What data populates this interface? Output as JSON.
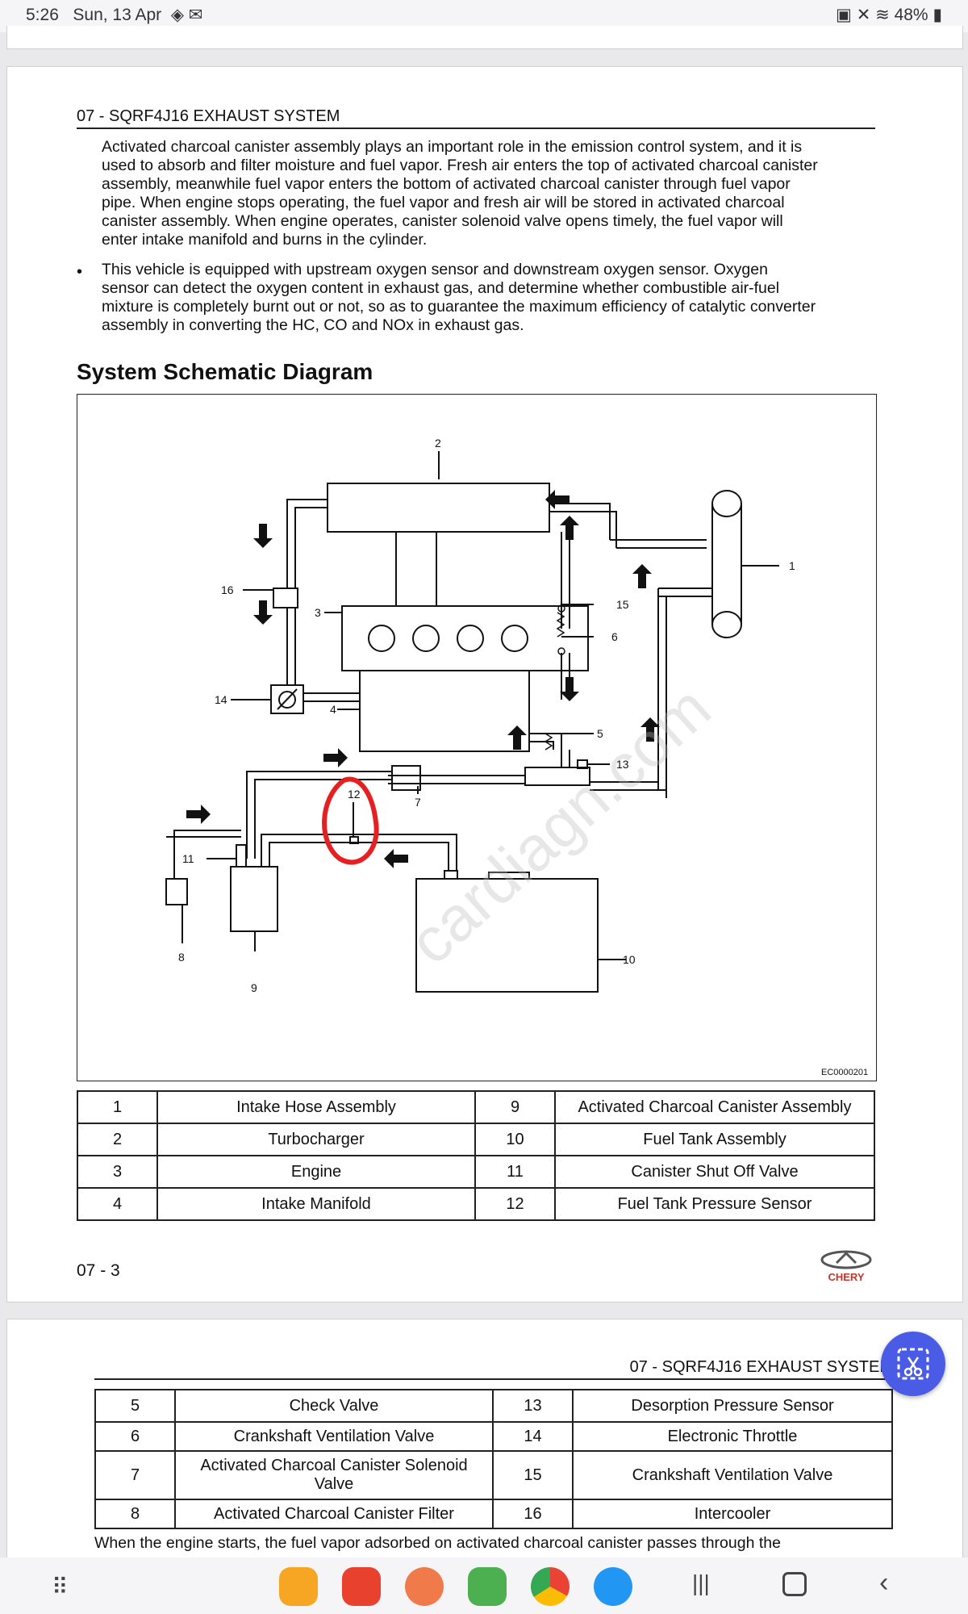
{
  "status": {
    "time": "5:26",
    "date": "Sun, 13 Apr",
    "battery": "48%"
  },
  "page1": {
    "header": "07 - SQRF4J16 EXHAUST SYSTEM",
    "para1": [
      "Activated charcoal canister assembly plays an important role in the emission control system, and it is",
      "used to absorb and filter moisture and fuel vapor. Fresh air enters the top of activated charcoal canister",
      "assembly, meanwhile fuel vapor enters the bottom of activated charcoal canister through fuel vapor",
      "pipe. When engine stops operating, the fuel vapor and fresh air will be stored in activated charcoal",
      "canister assembly. When engine operates, canister solenoid valve opens timely, the fuel vapor will",
      "enter intake manifold and burns in the cylinder."
    ],
    "bullet": "•",
    "para2": [
      "This vehicle is equipped with upstream oxygen sensor and downstream oxygen sensor. Oxygen",
      "sensor can detect the oxygen content in exhaust gas, and determine whether combustible air-fuel",
      "mixture is completely burnt out or not, so as to guarantee the maximum efficiency of catalytic converter",
      "assembly in converting the HC, CO and NOx in exhaust gas."
    ],
    "section_title": "System Schematic Diagram",
    "diagram_code": "EC0000201",
    "watermark": "cardiagn.com",
    "callouts": [
      "1",
      "2",
      "3",
      "4",
      "5",
      "6",
      "7",
      "8",
      "9",
      "10",
      "11",
      "12",
      "13",
      "14",
      "15",
      "16"
    ],
    "table": [
      [
        "1",
        "Intake Hose Assembly",
        "9",
        "Activated Charcoal Canister Assembly"
      ],
      [
        "2",
        "Turbocharger",
        "10",
        "Fuel Tank Assembly"
      ],
      [
        "3",
        "Engine",
        "11",
        "Canister Shut Off Valve"
      ],
      [
        "4",
        "Intake Manifold",
        "12",
        "Fuel Tank Pressure Sensor"
      ]
    ],
    "page_number": "07 - 3",
    "logo_text": "CHERY"
  },
  "page2": {
    "header": "07 - SQRF4J16 EXHAUST SYSTEM",
    "table": [
      [
        "5",
        "Check Valve",
        "13",
        "Desorption Pressure Sensor"
      ],
      [
        "6",
        "Crankshaft Ventilation Valve",
        "14",
        "Electronic Throttle"
      ],
      [
        "7",
        "Activated Charcoal Canister Solenoid Valve",
        "15",
        "Crankshaft Ventilation Valve"
      ],
      [
        "8",
        "Activated Charcoal Canister Filter",
        "16",
        "Intercooler"
      ]
    ],
    "para": "When the engine starts, the fuel vapor adsorbed on activated charcoal canister passes through the"
  }
}
